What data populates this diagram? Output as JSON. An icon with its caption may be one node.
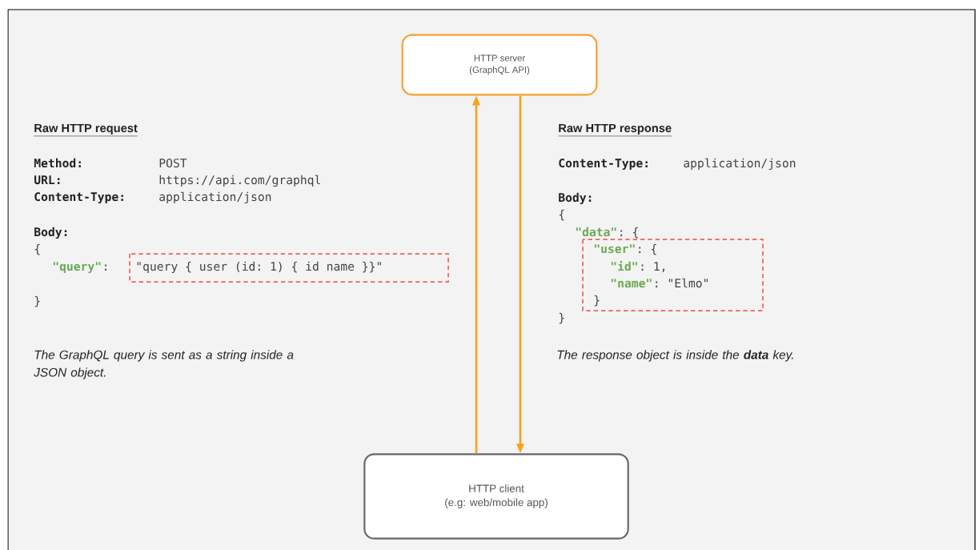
{
  "diagram": {
    "nodes": [
      {
        "text": [
          "HTTP server",
          "(GraphQL API)"
        ]
      },
      {
        "text": [
          "HTTP client",
          "(e.g: web/mobile app)"
        ]
      }
    ],
    "edges": [
      {
        "from": 1,
        "to": 0,
        "arrow": "to"
      },
      {
        "from": 0,
        "to": 1,
        "arrow": "to"
      }
    ],
    "labels": [
      "Raw HTTP request",
      "Method:",
      "POST",
      "URL:",
      "https://api.com/graphql",
      "Content-Type:",
      "application/json",
      "Body:",
      "{",
      "\"query\"",
      ":",
      "\"query { user (id: 1) { id name }}\"",
      "}",
      "The GraphQL query is sent as a string inside a JSON object.",
      "Raw HTTP response",
      "Content-Type:",
      "application/json",
      "Body:",
      "{",
      "\"data\"",
      ": {",
      "\"user\"",
      ": {",
      "\"id\"",
      ": 1,",
      "\"name\"",
      ": \"Elmo\"",
      "}",
      "}",
      "The response object is inside the **data** key."
    ]
  }
}
